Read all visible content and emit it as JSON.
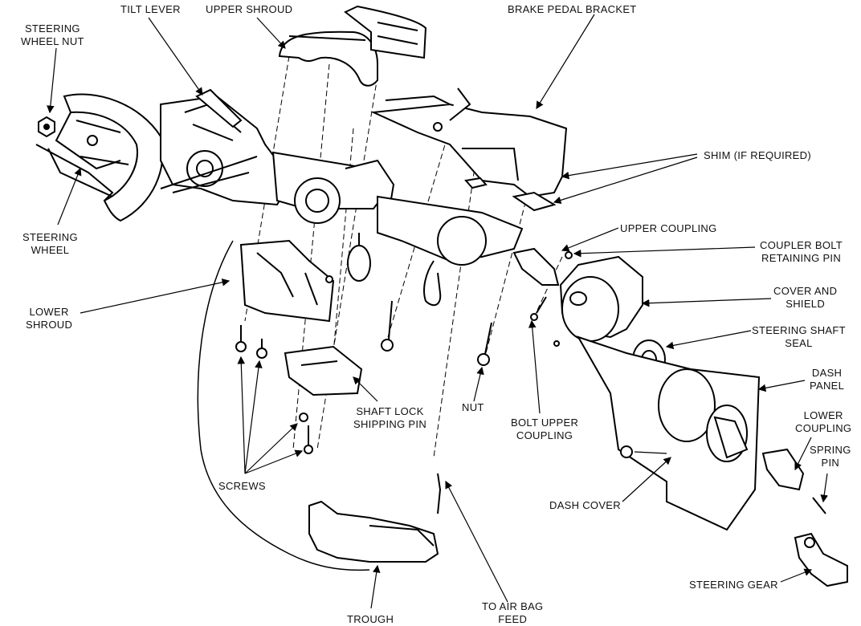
{
  "labels": {
    "steering_wheel_nut": [
      "STEERING",
      "WHEEL NUT"
    ],
    "tilt_lever": "TILT LEVER",
    "upper_shroud": "UPPER SHROUD",
    "brake_pedal_bracket": "BRAKE PEDAL BRACKET",
    "shim": "SHIM (IF REQUIRED)",
    "steering_wheel": [
      "STEERING",
      "WHEEL"
    ],
    "upper_coupling": "UPPER COUPLING",
    "coupler_bolt_retaining_pin": [
      "COUPLER BOLT",
      "RETAINING PIN"
    ],
    "cover_and_shield": [
      "COVER AND",
      "SHIELD"
    ],
    "lower_shroud": [
      "LOWER",
      "SHROUD"
    ],
    "steering_shaft_seal": [
      "STEERING SHAFT",
      "SEAL"
    ],
    "dash_panel": [
      "DASH",
      "PANEL"
    ],
    "shaft_lock_shipping_pin": [
      "SHAFT LOCK",
      "SHIPPING PIN"
    ],
    "nut": "NUT",
    "bolt_upper_coupling": [
      "BOLT UPPER",
      "COUPLING"
    ],
    "lower_coupling": [
      "LOWER",
      "COUPLING"
    ],
    "spring_pin": [
      "SPRING",
      "PIN"
    ],
    "screws": "SCREWS",
    "dash_cover": "DASH COVER",
    "steering_gear": "STEERING GEAR",
    "to_air_bag_feed": [
      "TO AIR BAG",
      "FEED"
    ],
    "trough": "TROUGH"
  }
}
